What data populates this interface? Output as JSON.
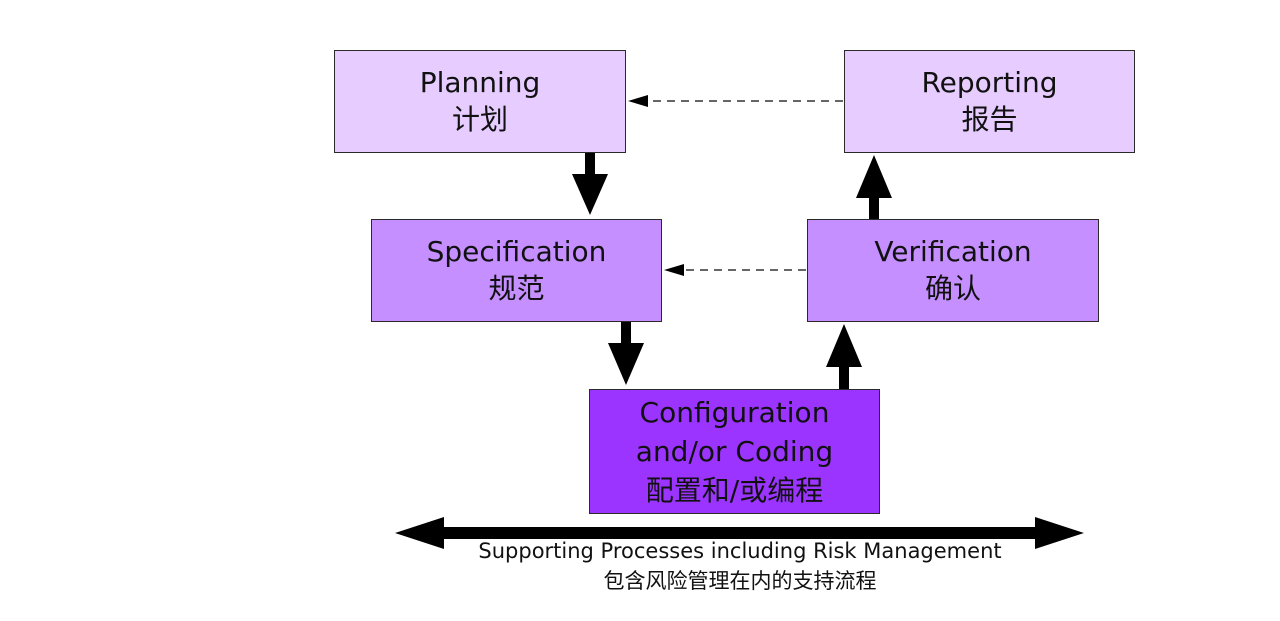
{
  "boxes": {
    "planning": {
      "en": "Planning",
      "zh": "计划"
    },
    "reporting": {
      "en": "Reporting",
      "zh": "报告"
    },
    "specification": {
      "en": "Specification",
      "zh": "规范"
    },
    "verification": {
      "en": "Verification",
      "zh": "确认"
    },
    "configuration": {
      "en_line1": "Configuration",
      "en_line2": "and/or Coding",
      "zh": "配置和/或编程"
    }
  },
  "supporting": {
    "en": "Supporting Processes including Risk Management",
    "zh": "包含风险管理在内的支持流程"
  },
  "colors": {
    "tier1_fill": "#e6ccff",
    "tier2_fill": "#c58fff",
    "tier3_fill": "#9b34ff",
    "arrow": "#000000"
  }
}
